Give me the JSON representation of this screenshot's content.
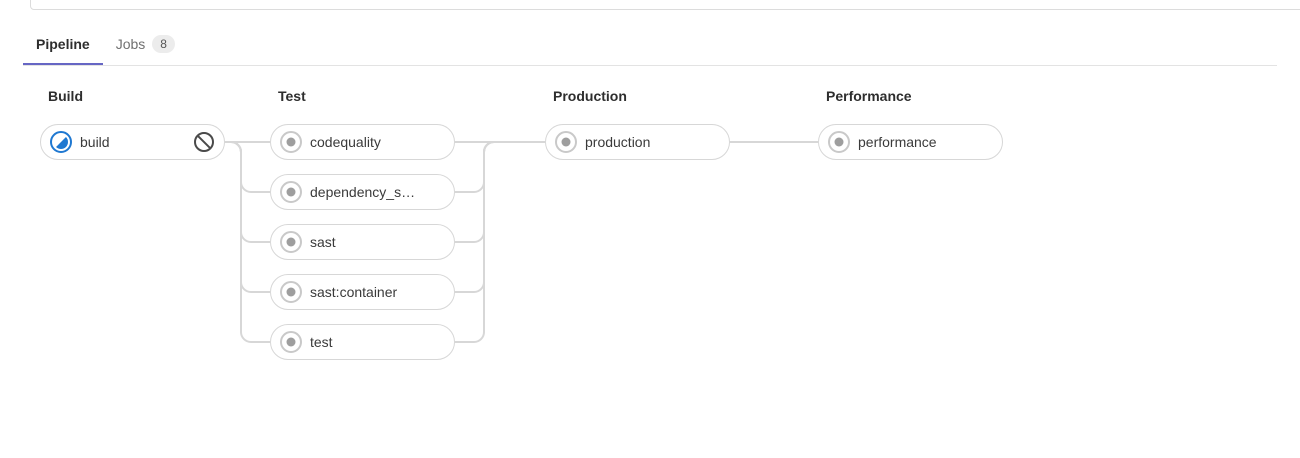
{
  "tabs": [
    {
      "label": "Pipeline",
      "active": true
    },
    {
      "label": "Jobs",
      "badge": "8",
      "active": false
    }
  ],
  "stages": [
    {
      "name": "Build",
      "jobs": [
        {
          "name": "build",
          "status": "running",
          "icon": "status-running-icon",
          "action": "cancel"
        }
      ]
    },
    {
      "name": "Test",
      "jobs": [
        {
          "name": "codequality",
          "status": "created",
          "icon": "status-created-icon"
        },
        {
          "name": "dependency_s…",
          "status": "created",
          "icon": "status-created-icon"
        },
        {
          "name": "sast",
          "status": "created",
          "icon": "status-created-icon"
        },
        {
          "name": "sast:container",
          "status": "created",
          "icon": "status-created-icon"
        },
        {
          "name": "test",
          "status": "created",
          "icon": "status-created-icon"
        }
      ]
    },
    {
      "name": "Production",
      "jobs": [
        {
          "name": "production",
          "status": "created",
          "icon": "status-created-icon"
        }
      ]
    },
    {
      "name": "Performance",
      "jobs": [
        {
          "name": "performance",
          "status": "created",
          "icon": "status-created-icon"
        }
      ]
    }
  ],
  "colors": {
    "running_blue": "#1f78d1",
    "created_gray_ring": "#c9c9c9",
    "created_gray_dot": "#9e9e9e",
    "active_tab_underline": "#6666c4",
    "pill_border": "#d7d7d7",
    "connector_line": "#d7d7d7"
  }
}
